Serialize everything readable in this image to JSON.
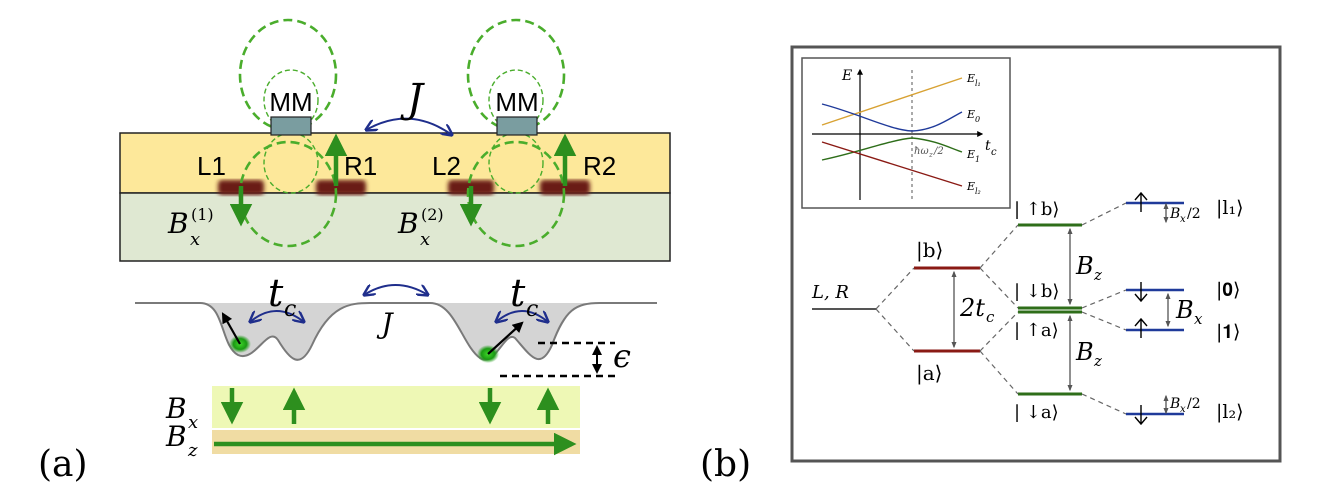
{
  "colors": {
    "top_layer": "#fde89a",
    "bottom_layer": "#dfe8d2",
    "field_green": "#2d8f1e",
    "loop_green": "#4aad2c",
    "navy": "#1f2e8c",
    "electrode": "#6b1a12",
    "magnet": "#7a9da0",
    "bx_band": "#eef8b5",
    "bz_band": "#f0dca3",
    "dark_red": "#8a1a14",
    "dark_green": "#2e6e1a",
    "blue_level": "#1f3a9a",
    "orange_curve": "#d8a233",
    "gray": "#666666"
  },
  "panel_a": {
    "label": "(a)",
    "magnet_left": "MM",
    "magnet_right": "MM",
    "exchange_top": "J",
    "dot_L1": "L1",
    "dot_R1": "R1",
    "dot_L2": "L2",
    "dot_R2": "R2",
    "bx1": "B",
    "bx1_sub": "x",
    "bx1_sup": "(1)",
    "bx2": "B",
    "bx2_sub": "x",
    "bx2_sup": "(2)",
    "tunnel_left": "t",
    "tunnel_left_sub": "c",
    "tunnel_right": "t",
    "tunnel_right_sub": "c",
    "exchange_mid": "J",
    "detuning": "ϵ",
    "field_bx": "B",
    "field_bx_sub": "x",
    "field_bz": "B",
    "field_bz_sub": "z"
  },
  "panel_b": {
    "label": "(b)",
    "inset": {
      "y_axis": "E",
      "x_axis": "t",
      "x_axis_sub": "c",
      "curve_l1": "E",
      "curve_l1_sub": "l₁",
      "curve_0": "E",
      "curve_0_sub": "0",
      "curve_1": "E",
      "curve_1_sub": "1",
      "curve_l2": "E",
      "curve_l2_sub": "l₂",
      "marker": "ħω",
      "marker_sub": "z",
      "marker_tail": "/2"
    },
    "level_LR": "L, R",
    "state_b": "|b⟩",
    "state_a": "|a⟩",
    "splitting_tc": "2t",
    "splitting_tc_sub": "c",
    "state_up_b": "| ↑b⟩",
    "state_down_b": "| ↓b⟩",
    "state_up_a": "| ↑a⟩",
    "state_down_a": "| ↓a⟩",
    "bz_upper": "B",
    "bz_upper_sub": "z",
    "bz_lower": "B",
    "bz_lower_sub": "z",
    "bx_mid": "B",
    "bx_mid_sub": "x",
    "half_bx_top": "B",
    "half_bx_top_sub": "x",
    "half_bx_top_tail": "/2",
    "half_bx_bottom": "B",
    "half_bx_bottom_sub": "x",
    "half_bx_bottom_tail": "/2",
    "ket_l1": "|l₁⟩",
    "ket_0": "|𝟎⟩",
    "ket_1": "|𝟏⟩",
    "ket_l2": "|l₂⟩"
  }
}
